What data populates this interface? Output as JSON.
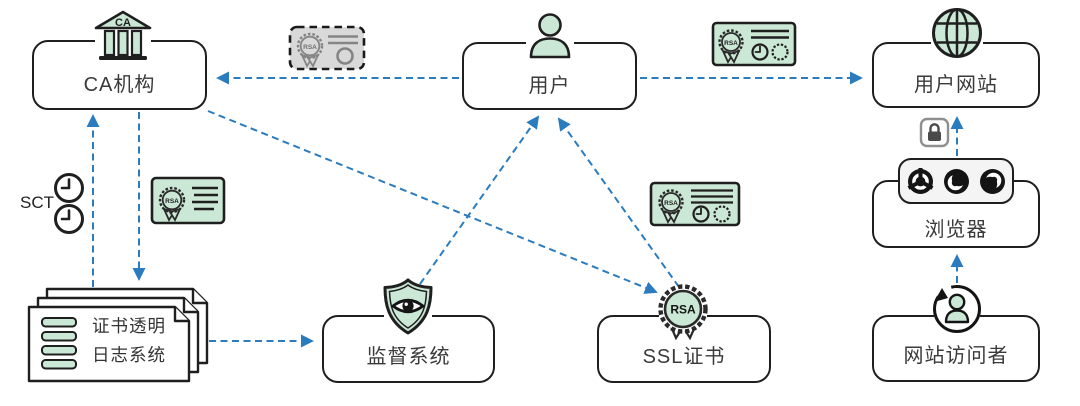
{
  "nodes": {
    "ca": {
      "label": "CA机构",
      "icon_caption": "CA"
    },
    "user": {
      "label": "用户"
    },
    "website": {
      "label": "用户网站"
    },
    "ct_log": {
      "label_line1": "证书透明",
      "label_line2": "日志系统"
    },
    "monitor": {
      "label": "监督系统"
    },
    "ssl_cert": {
      "label": "SSL证书"
    },
    "browser": {
      "label": "浏览器"
    },
    "visitor": {
      "label": "网站访问者"
    }
  },
  "annotations": {
    "sct_label": "SCT",
    "rsa_label": "RSA"
  },
  "colors": {
    "mint": "#cbe7d6",
    "arrow_blue": "#2b7cbf",
    "cert_gray": "#d9d9d9",
    "cert_gray_stroke": "#858585",
    "stroke_dark": "#1f1f1f",
    "pill_gray": "#f4f4f4",
    "text": "#3a3a3a"
  }
}
